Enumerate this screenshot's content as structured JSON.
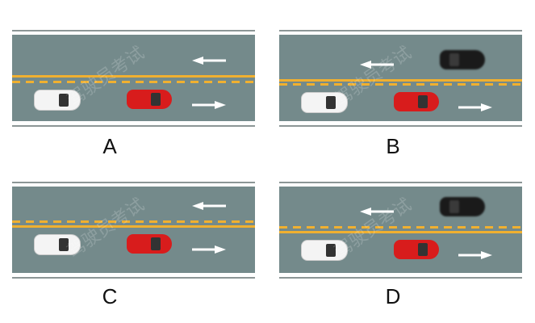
{
  "options": [
    {
      "label": "A",
      "divider": [
        "solid",
        "dashed"
      ],
      "oncoming_car": false
    },
    {
      "label": "B",
      "divider": [
        "solid",
        "dashed"
      ],
      "oncoming_car": true
    },
    {
      "label": "C",
      "divider": [
        "dashed",
        "solid"
      ],
      "oncoming_car": false
    },
    {
      "label": "D",
      "divider": [
        "dashed",
        "solid"
      ],
      "oncoming_car": true
    }
  ],
  "watermark": "驾驶员考试",
  "colors": {
    "road": "#748a8b",
    "yellow_line": "#f0b030",
    "red_car": "#d81c1c",
    "white_car": "#f4f4f4",
    "black_car": "#1a1a1a"
  }
}
